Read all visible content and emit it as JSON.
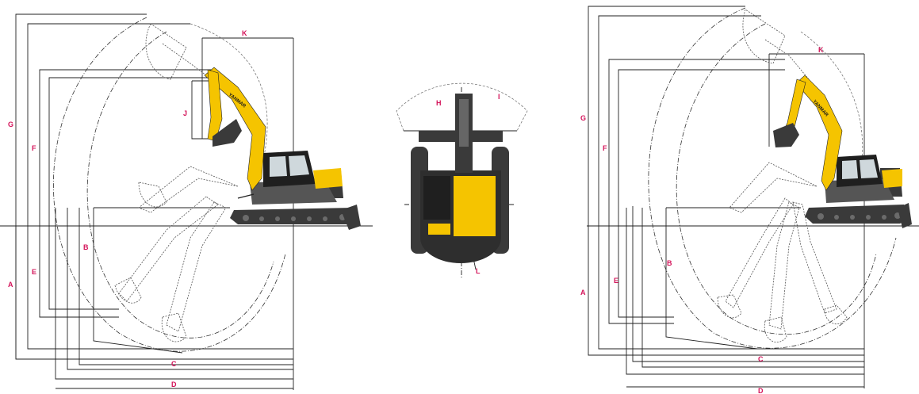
{
  "labels": {
    "a": "A",
    "b": "B",
    "c": "C",
    "d": "D",
    "e": "E",
    "f": "F",
    "g": "G",
    "h": "H",
    "i": "I",
    "j": "J",
    "k": "K",
    "l": "L"
  },
  "brand": "YANMAR",
  "colors": {
    "label": "#d4145a",
    "machine_yellow": "#f5c400",
    "machine_dark": "#3a3a3a",
    "line": "#222222"
  }
}
